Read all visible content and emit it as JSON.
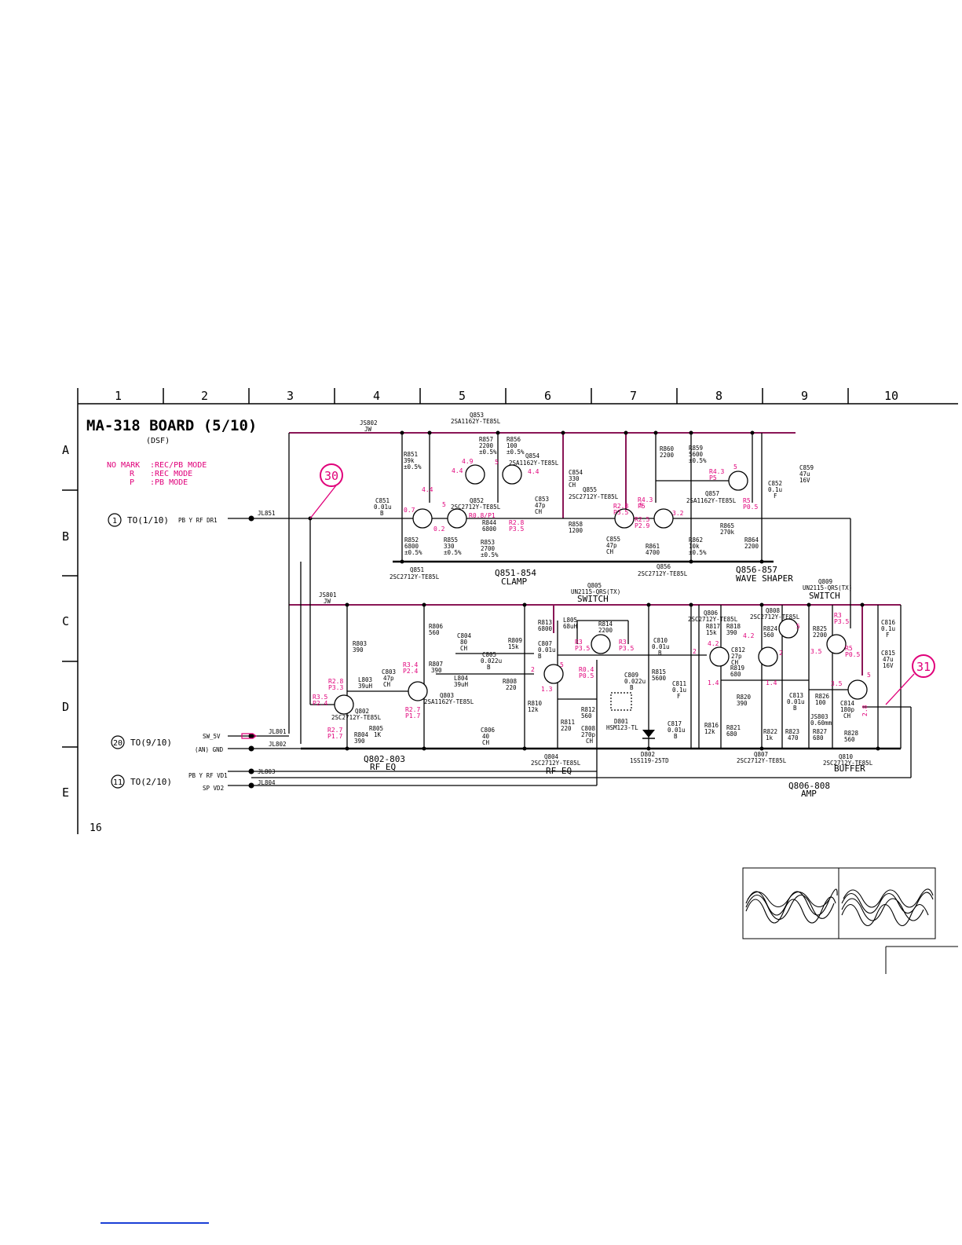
{
  "board": {
    "title": "MA-318 BOARD (5/10)",
    "subtitle": "(DSF)",
    "page_number": "16"
  },
  "legend": [
    {
      "key": "NO MARK",
      "text": ":REC/PB MODE"
    },
    {
      "key": "R",
      "text": ":REC MODE"
    },
    {
      "key": "P",
      "text": ":PB MODE"
    }
  ],
  "grid": {
    "columns": [
      "1",
      "2",
      "3",
      "4",
      "5",
      "6",
      "7",
      "8",
      "9",
      "10"
    ],
    "rows": [
      "A",
      "B",
      "C",
      "D",
      "E"
    ]
  },
  "connectors": [
    {
      "num": "1",
      "dest": "TO(1/10)",
      "signals": "PB Y RF DR1",
      "jumper": "JL851"
    },
    {
      "num": "20",
      "dest": "TO(9/10)",
      "signals_a": "SW_5V",
      "signals_b": "(AN) GND",
      "jumper_a": "JL801",
      "jumper_b": "JL802"
    },
    {
      "num": "11",
      "dest": "TO(2/10)",
      "signals_a": "PB Y RF VD1",
      "signals_b": "SP VD2",
      "jumper_a": "JL803",
      "jumper_b": "JL804"
    }
  ],
  "callouts": [
    "30",
    "31"
  ],
  "jumpers": [
    {
      "ref": "JS802",
      "sub": "JW"
    },
    {
      "ref": "JS801",
      "sub": "JW"
    },
    {
      "ref": "JS803",
      "sub": "0.60mm"
    }
  ],
  "stage_labels": [
    {
      "ref": "Q851-854",
      "func": "CLAMP"
    },
    {
      "ref": "Q856-857",
      "func": "WAVE SHAPER"
    },
    {
      "ref": "Q805",
      "func": "SWITCH",
      "part": "UN2115-QRS(TX)"
    },
    {
      "ref": "Q809",
      "func": "SWITCH",
      "part": "UN2115-QRS(TX)"
    },
    {
      "ref": "Q802-803",
      "func": "RF EQ"
    },
    {
      "ref": "Q804",
      "func": "RF EQ",
      "part": "2SC2712Y-TE85L"
    },
    {
      "ref": "Q810",
      "func": "BUFFER",
      "part": "2SC2712Y-TE85L"
    },
    {
      "ref": "Q806-808",
      "func": "AMP"
    }
  ],
  "transistors": [
    {
      "ref": "Q853",
      "part": "2SA1162Y-TE85L"
    },
    {
      "ref": "Q854",
      "part": "2SA1162Y-TE85L"
    },
    {
      "ref": "Q852",
      "part": "2SC2712Y-TE85L"
    },
    {
      "ref": "Q851",
      "part": "2SC2712Y-TE85L"
    },
    {
      "ref": "Q855",
      "part": "2SC2712Y-TE85L"
    },
    {
      "ref": "Q856",
      "part": "2SC2712Y-TE85L"
    },
    {
      "ref": "Q857",
      "part": "2SA1162Y-TE85L"
    },
    {
      "ref": "Q802",
      "part": "2SC2712Y-TE85L"
    },
    {
      "ref": "Q803",
      "part": "2SA1162Y-TE85L"
    },
    {
      "ref": "Q806",
      "part": "2SC2712Y-TE85L"
    },
    {
      "ref": "Q807",
      "part": "2SC2712Y-TE85L"
    },
    {
      "ref": "Q808",
      "part": "2SC2712Y-TE85L"
    }
  ],
  "diodes": [
    {
      "ref": "D801",
      "part": "HSM123-TL"
    },
    {
      "ref": "D802",
      "part": "1SS119-25TD"
    }
  ],
  "components_a": [
    {
      "ref": "R851",
      "v1": "39k",
      "v2": "±0.5%"
    },
    {
      "ref": "R857",
      "v1": "2200",
      "v2": "±0.5%"
    },
    {
      "ref": "R856",
      "v1": "100",
      "v2": "±0.5%"
    },
    {
      "ref": "C854",
      "v1": "330",
      "v2": "CH"
    },
    {
      "ref": "R860",
      "v1": "2200",
      "v2": ""
    },
    {
      "ref": "R859",
      "v1": "5600",
      "v2": "±0.5%"
    },
    {
      "ref": "C852",
      "v1": "0.1u",
      "v2": "F"
    },
    {
      "ref": "C859",
      "v1": "47u",
      "v2": "16V"
    }
  ],
  "components_b": [
    {
      "ref": "C851",
      "v1": "0.01u",
      "v2": "B"
    },
    {
      "ref": "C853",
      "v1": "47p",
      "v2": "CH"
    },
    {
      "ref": "R844",
      "v1": "6800",
      "v2": ""
    },
    {
      "ref": "R858",
      "v1": "1200",
      "v2": ""
    },
    {
      "ref": "R852",
      "v1": "6800",
      "v2": "±0.5%"
    },
    {
      "ref": "R855",
      "v1": "330",
      "v2": "±0.5%"
    },
    {
      "ref": "R853",
      "v1": "2700",
      "v2": "±0.5%"
    },
    {
      "ref": "C855",
      "v1": "47p",
      "v2": "CH"
    },
    {
      "ref": "R861",
      "v1": "4700",
      "v2": ""
    },
    {
      "ref": "R862",
      "v1": "10k",
      "v2": "±0.5%"
    },
    {
      "ref": "R865",
      "v1": "270k",
      "v2": ""
    },
    {
      "ref": "R864",
      "v1": "2200",
      "v2": ""
    }
  ],
  "components_cd": [
    {
      "ref": "R806",
      "v1": "560",
      "v2": ""
    },
    {
      "ref": "R803",
      "v1": "390",
      "v2": ""
    },
    {
      "ref": "C804",
      "v1": "80",
      "v2": "CH"
    },
    {
      "ref": "C805",
      "v1": "0.022u",
      "v2": "B"
    },
    {
      "ref": "R807",
      "v1": "390",
      "v2": ""
    },
    {
      "ref": "L803",
      "v1": "39uH",
      "v2": ""
    },
    {
      "ref": "C803",
      "v1": "47p",
      "v2": "CH"
    },
    {
      "ref": "L804",
      "v1": "39uH",
      "v2": ""
    },
    {
      "ref": "R808",
      "v1": "220",
      "v2": ""
    },
    {
      "ref": "R809",
      "v1": "15k",
      "v2": ""
    },
    {
      "ref": "R813",
      "v1": "6800",
      "v2": ""
    },
    {
      "ref": "L805",
      "v1": "68uH",
      "v2": ""
    },
    {
      "ref": "R814",
      "v1": "2200",
      "v2": ""
    },
    {
      "ref": "C807",
      "v1": "0.01u",
      "v2": "B"
    },
    {
      "ref": "C810",
      "v1": "0.01u",
      "v2": "B"
    },
    {
      "ref": "C809",
      "v1": "0.022u",
      "v2": "B"
    },
    {
      "ref": "R815",
      "v1": "5600",
      "v2": ""
    },
    {
      "ref": "C811",
      "v1": "0.1u",
      "v2": "F"
    },
    {
      "ref": "R817",
      "v1": "15k",
      "v2": ""
    },
    {
      "ref": "R818",
      "v1": "390",
      "v2": ""
    },
    {
      "ref": "C812",
      "v1": "27p",
      "v2": "CH"
    },
    {
      "ref": "R819",
      "v1": "680",
      "v2": ""
    },
    {
      "ref": "R820",
      "v1": "390",
      "v2": ""
    },
    {
      "ref": "R824",
      "v1": "560",
      "v2": ""
    },
    {
      "ref": "R825",
      "v1": "2200",
      "v2": ""
    },
    {
      "ref": "C816",
      "v1": "0.1u",
      "v2": "F"
    },
    {
      "ref": "C815",
      "v1": "47u",
      "v2": "16V"
    },
    {
      "ref": "C813",
      "v1": "0.01u",
      "v2": "B"
    },
    {
      "ref": "R826",
      "v1": "100",
      "v2": ""
    },
    {
      "ref": "C814",
      "v1": "180p",
      "v2": "CH"
    }
  ],
  "components_e": [
    {
      "ref": "R804",
      "v1": "390",
      "v2": ""
    },
    {
      "ref": "R805",
      "v1": "1K",
      "v2": ""
    },
    {
      "ref": "C806",
      "v1": "40",
      "v2": "CH"
    },
    {
      "ref": "R810",
      "v1": "12k",
      "v2": ""
    },
    {
      "ref": "R811",
      "v1": "220",
      "v2": ""
    },
    {
      "ref": "R812",
      "v1": "560",
      "v2": ""
    },
    {
      "ref": "C808",
      "v1": "270p",
      "v2": "CH"
    },
    {
      "ref": "C817",
      "v1": "0.01u",
      "v2": "B"
    },
    {
      "ref": "R816",
      "v1": "12k",
      "v2": ""
    },
    {
      "ref": "R821",
      "v1": "680",
      "v2": ""
    },
    {
      "ref": "R822",
      "v1": "1k",
      "v2": ""
    },
    {
      "ref": "R823",
      "v1": "470",
      "v2": ""
    },
    {
      "ref": "R827",
      "v1": "680",
      "v2": ""
    },
    {
      "ref": "R828",
      "v1": "560",
      "v2": ""
    }
  ],
  "voltages": {
    "q852": "4.4",
    "q853": "4.9",
    "q853e": "4.4",
    "q854": "5",
    "q854c": "4.4",
    "q851b": "0.7",
    "q852b": "5",
    "q852e": "0.2",
    "q852c": "R0.8/P1",
    "r844": "R2.8",
    "r844p": "P3.5",
    "q855b": "R2.8",
    "q855bp": "P3.5",
    "q855e": "5",
    "q856b": "R2.5",
    "q856bp": "P2.9",
    "q856c": "R4.3",
    "q856cp": "P5",
    "q856e": "3.2",
    "q857b": "R4.3",
    "q857bp": "P5",
    "q857e": "5",
    "q857c": "R5",
    "q857cp": "P0.5",
    "q802c": "R2.8",
    "q802cp": "P3.3",
    "q802b": "R3.5",
    "q802bp": "P2.4",
    "q802e": "R2.7",
    "q802ep": "P1.7",
    "q803e": "R3.4",
    "q803ep": "P2.4",
    "q803b": "R2.7",
    "q803bp": "P1.7",
    "q804b": "2",
    "q804c": "5",
    "q804e": "1.3",
    "q805e": "R3",
    "q805ep": "P3.5",
    "q805c": "R3",
    "q805cp": "P3.5",
    "q805b": "R0.4",
    "q805bp": "P0.5",
    "q806b": "2",
    "q806c": "4.2",
    "q806e": "1.4",
    "q807c": "4.2",
    "q807b": "2",
    "q807e": "1.4",
    "q808c": "5",
    "q808e": "3.5",
    "q809c": "R3",
    "q809cp": "P3.5",
    "q809b": "R5",
    "q809bp": "P0.5",
    "q810c": "5",
    "q810b": "3.5",
    "q810e": "2.8"
  },
  "colors": {
    "magenta": "#e0007a",
    "bus": "#8a1656",
    "link": "#1a3fd6"
  }
}
